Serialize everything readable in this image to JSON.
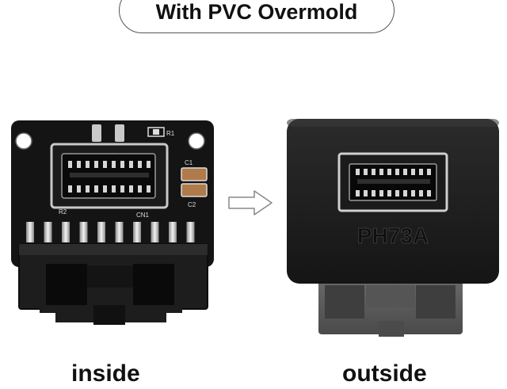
{
  "title": "With PVC Overmold",
  "product": {
    "inside": {
      "caption": "inside",
      "silkscreen": {
        "r1": "R1",
        "c1": "C1",
        "c2": "C2",
        "r2": "R2",
        "cn1": "CN1"
      }
    },
    "outside": {
      "caption": "outside",
      "marking": "PH73A"
    }
  },
  "arrow": "right-arrow-icon"
}
